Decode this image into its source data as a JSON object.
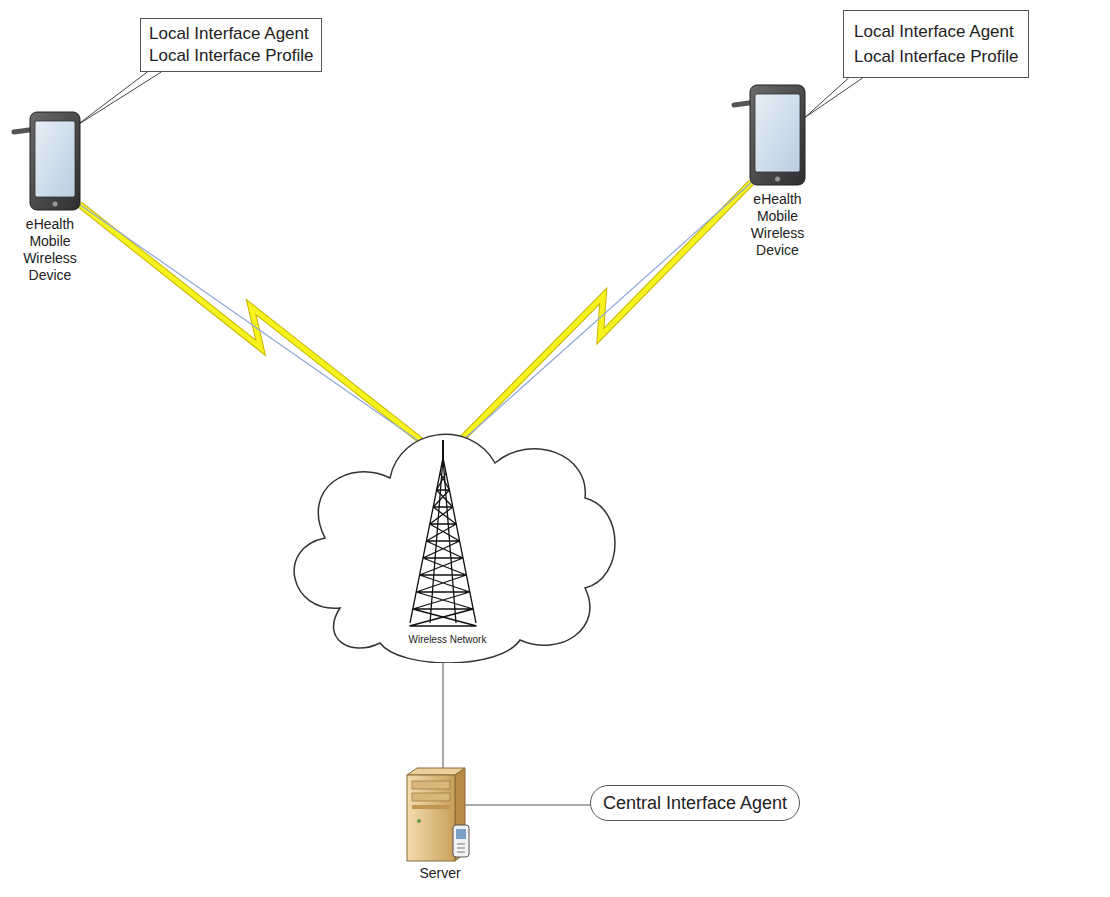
{
  "diagram": {
    "nodes": [
      {
        "text": [
          "Local Interface Agent",
          "Local Interface Profile"
        ]
      },
      {
        "text": [
          "Local Interface Agent",
          "Local Interface Profile"
        ]
      },
      {
        "text": [
          "eHealth Mobile Wireless Device"
        ]
      },
      {
        "text": [
          "eHealth Mobile Wireless Device"
        ]
      },
      {
        "text": [
          "Wireless Network"
        ]
      },
      {
        "text": [
          "Server"
        ]
      },
      {
        "text": [
          "Central Interface Agent"
        ]
      }
    ],
    "edges": [
      {
        "from": 0,
        "to": 2,
        "arrow": "none"
      },
      {
        "from": 1,
        "to": 3,
        "arrow": "none"
      },
      {
        "from": 2,
        "to": 4,
        "arrow": "none"
      },
      {
        "from": 3,
        "to": 4,
        "arrow": "none"
      },
      {
        "from": 4,
        "to": 5,
        "arrow": "none"
      },
      {
        "from": 5,
        "to": 6,
        "arrow": "none"
      }
    ]
  }
}
